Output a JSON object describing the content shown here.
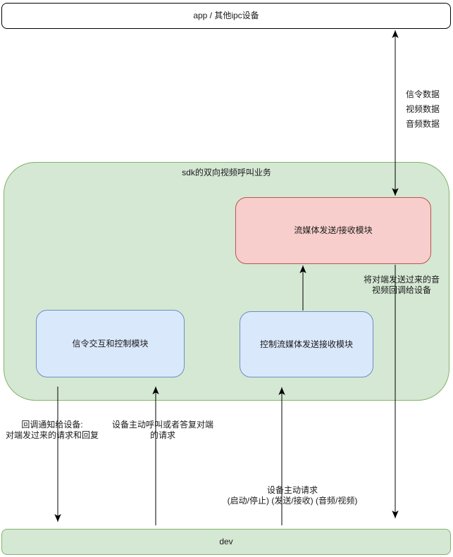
{
  "diagram": {
    "nodes": {
      "app": {
        "label": "app / 其他ipc设备"
      },
      "sdk_container": {
        "label": "sdk的双向视频呼叫业务"
      },
      "stream_module": {
        "label": "流媒体发送/接收模块"
      },
      "signal_module": {
        "label": "信令交互和控制模块"
      },
      "control_module": {
        "label": "控制流媒体发送接收模块"
      },
      "dev": {
        "label": "dev"
      }
    },
    "edges": {
      "app_stream": {
        "label": "信令数据\n视频数据\n音频数据",
        "direction": "bidirectional"
      },
      "stream_dev": {
        "label": "将对端发送过来的音\n视频回调给设备",
        "direction": "down"
      },
      "signal_dev": {
        "label": "回调通知给设备:\n对端发过来的请求和回复",
        "direction": "down"
      },
      "dev_signal": {
        "label": "设备主动呼叫或者答复对端\n的请求",
        "direction": "up"
      },
      "dev_control": {
        "label": "设备主动请求\n(启动/停止) (发送/接收) (音频/视频)",
        "direction": "up"
      },
      "control_stream": {
        "label": "",
        "direction": "up"
      }
    },
    "colors": {
      "container_fill": "#d5e8d4",
      "container_stroke": "#82b366",
      "stream_fill": "#f8cecc",
      "stream_stroke": "#b85450",
      "module_fill": "#dae8fc",
      "module_stroke": "#6c8ebf",
      "plain_fill": "#ffffff",
      "plain_stroke": "#000000",
      "edge_stroke": "#000000",
      "text": "#1a1a1a"
    }
  }
}
